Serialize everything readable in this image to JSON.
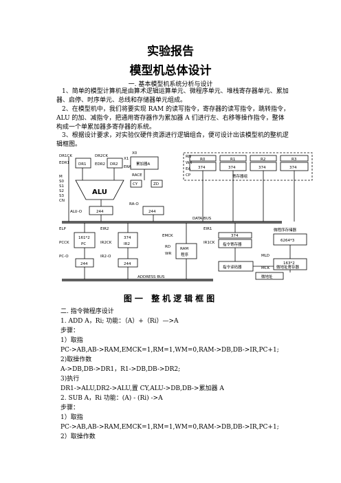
{
  "title": "实验报告",
  "subtitle": "模型机总体设计",
  "section1": "一.  基本模型机系统分析与设计",
  "paragraphs": [
    "1、简单的模型计算机是由算术逻辑运算单元、微程序单元、堆栈寄存器单元、累加器、启停、时序单元、总线和存储器单元组成。",
    "2、在模型机中，我们将要实现 RAM 的读写指令，寄存器的读写指令，跳转指令，ALU 的加、减指令，把通用寄存器作为累加器 A 们进行左、右移等操作指令，整体构成一个单累加器多寄存器的系统。",
    "3、根据设计要求，对实验仪硬件资源进行逻辑组合，便可设计出该模型机的整机逻辑框图。"
  ],
  "figure": {
    "caption": "图一 整机逻辑框图",
    "labels": {
      "dr1ck": "DR1CK",
      "edr1": "EDR1",
      "dr1": "DR1",
      "dr2ck": "DR2CK",
      "edr2": "EDR2",
      "dr2": "DR2",
      "x0": "X0",
      "x1": "X1",
      "era": "ERA",
      "acc": "累加器A",
      "race": "RACE",
      "cy": "CY",
      "zd": "ZD",
      "alu": "ALU",
      "m": "M",
      "s0": "S0",
      "s1": "S1",
      "s2": "S2",
      "s3": "S3",
      "cn": "CN",
      "alu_o": "ALU-O",
      "ra_o": "RA-O",
      "b244": "244",
      "rn": "RN",
      "wr": "WR",
      "ea": "EA",
      "cp": "CP",
      "r0": "R0",
      "r1": "R1",
      "r2": "R2",
      "r3": "R3",
      "b374": "374",
      "reg_group": "寄存器组",
      "data_bus": "DATA    BUS",
      "address_bus": "ADDRESS BUS",
      "elp": "ELP",
      "pcck": "PCCK",
      "pc_chip": "161*2",
      "pc": "PC",
      "pc_o": "PC-O",
      "ir2": "EIR2",
      "ir2ck": "IR2CK",
      "ir2_chip": "374",
      "ir2_name": "IR2",
      "ir2_o": "IR2-O",
      "emck": "EMCK",
      "rd": "RD",
      "wr2": "WR",
      "ram": "RAM",
      "program": "程序",
      "eir1": "EIR1",
      "ir1ck": "IR1CK",
      "ir1_chip": "374",
      "ir_reg": "指令寄存器",
      "micro_mem": "微程序存储器",
      "micro_chip": "6264*3",
      "mld": "MLD",
      "mck": "MCK",
      "uaddr_chip": "163*2",
      "uaddr": "微地址寄存器",
      "decoder": "指令译码器",
      "jump": "微地址"
    }
  },
  "section2": "二.  指令微程序设计",
  "lines": [
    "1.  ADD A，Ri;  功能：（A）+（Ri）—>A",
    "步骤：",
    "1）取指",
    "PC->AB,AB->RAM,EMCK=1,RM=1,WM=0,RAM->DB,DB->IR,PC+1;",
    "2)取操作数",
    "A->DB,DB->DR1，R1->DB,DB->DR2;",
    "3)执行",
    "DR1->ALU,DR2->ALU,置 CY,ALU->DB,DB->累加器 A",
    "2.  SUB    A，Ri         功能：(A) - (Ri) ->A",
    "步骤：",
    "1）取指",
    "PC->AB,AB->RAM,EMCK=1,RM=1,WM=0,RAM->DB,DB->IR,PC+1;",
    "2）取操作数"
  ]
}
